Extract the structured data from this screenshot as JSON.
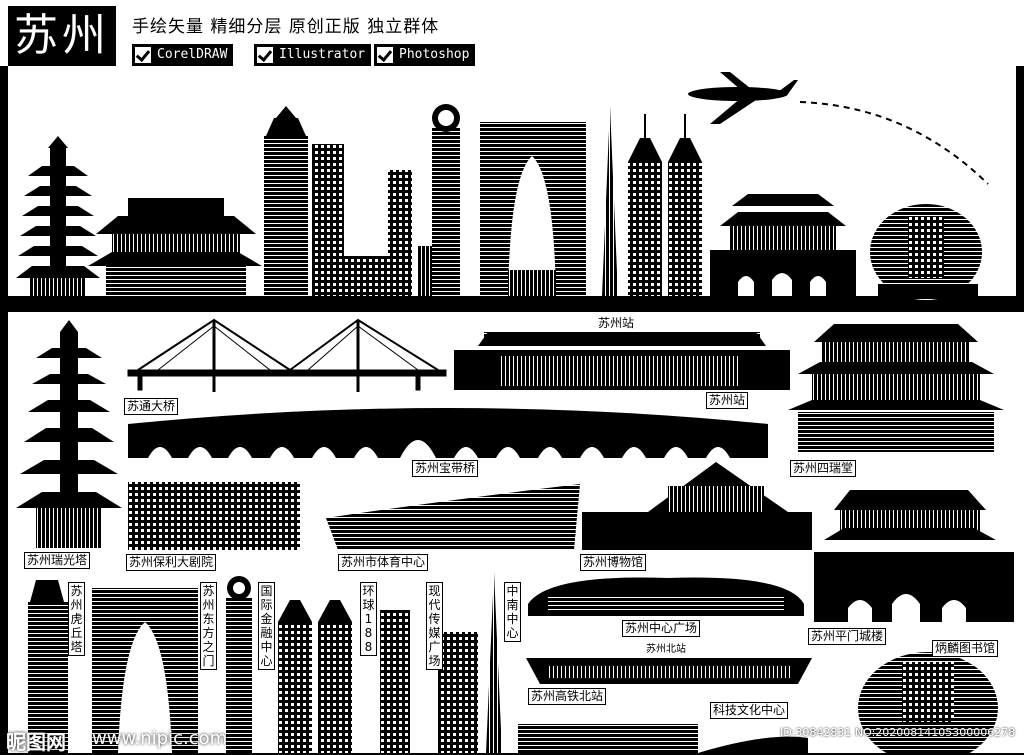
{
  "header": {
    "title": "苏州",
    "tagline": "手绘矢量 精细分层 原创正版 独立群体",
    "software": [
      {
        "label": "CorelDRAW"
      },
      {
        "label": "Illustrator"
      },
      {
        "label": "Photoshop"
      }
    ]
  },
  "labels": {
    "suzhou_station_top": "苏州站",
    "sutong_bridge": "苏通大桥",
    "suzhou_station": "苏州站",
    "baodai_bridge": "苏州宝带桥",
    "sirui_hall": "苏州四瑞堂",
    "ruiguang_pagoda": "苏州瑞光塔",
    "poly_theater": "苏州保利大剧院",
    "sports_center": "苏州市体育中心",
    "museum": "苏州博物馆",
    "tiger_hill": "苏州虎丘塔",
    "gate_of_orient": "苏州东方之门",
    "ifc": "国际金融中心",
    "global_188": "环球188",
    "media_plaza": "现代传媒广场",
    "zhongnan_center": "中南中心",
    "center_plaza": "苏州中心广场",
    "pingmen_tower": "苏州平门城楼",
    "bingling_library": "炳麟图书馆",
    "north_station_sign": "苏州北站",
    "north_station": "苏州高铁北站",
    "science_center": "科技文化中心"
  },
  "watermark": {
    "logo": "昵图网",
    "site": "www.nipic.com",
    "id": "ID:30842831 NO:20200814105300006278"
  },
  "colors": {
    "ink": "#000000",
    "paper": "#ffffff"
  }
}
